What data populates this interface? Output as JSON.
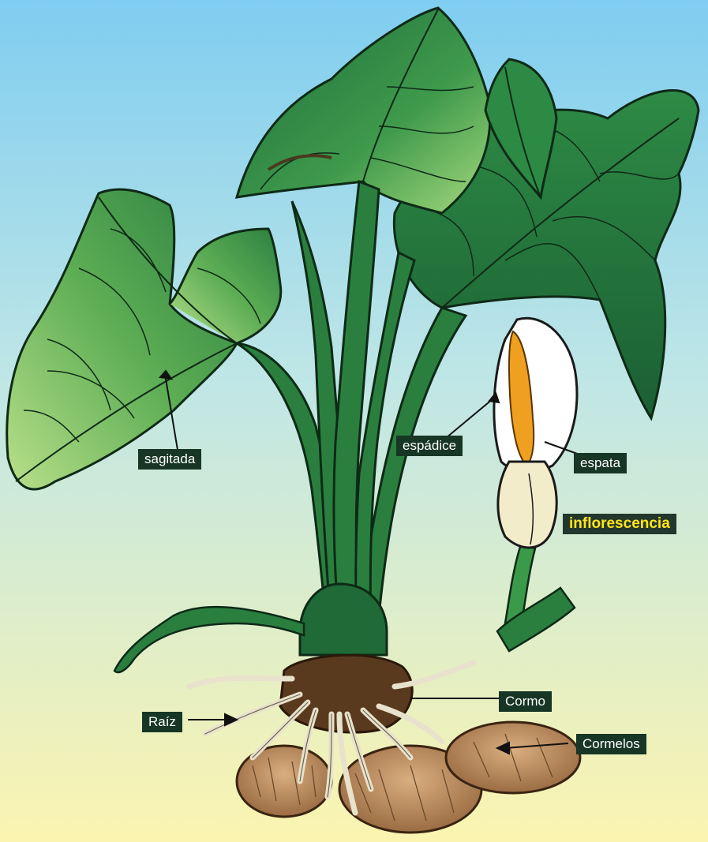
{
  "labels": {
    "sagitada": "sagitada",
    "espadice": "espádice",
    "espata": "espata",
    "inflorescencia": "inflorescencia",
    "cormo": "Cormo",
    "raiz": "Raíz",
    "cormelos": "Cormelos"
  },
  "colors": {
    "sky_top": "#7fcdf0",
    "sky_bottom": "#fbf4b0",
    "leaf_dark": "#1c6b39",
    "leaf_light": "#9fd57a",
    "label_bg": "#173626",
    "highlight_text": "#ffe51a",
    "spadix": "#f0a020",
    "corm": "#b88a5c"
  }
}
